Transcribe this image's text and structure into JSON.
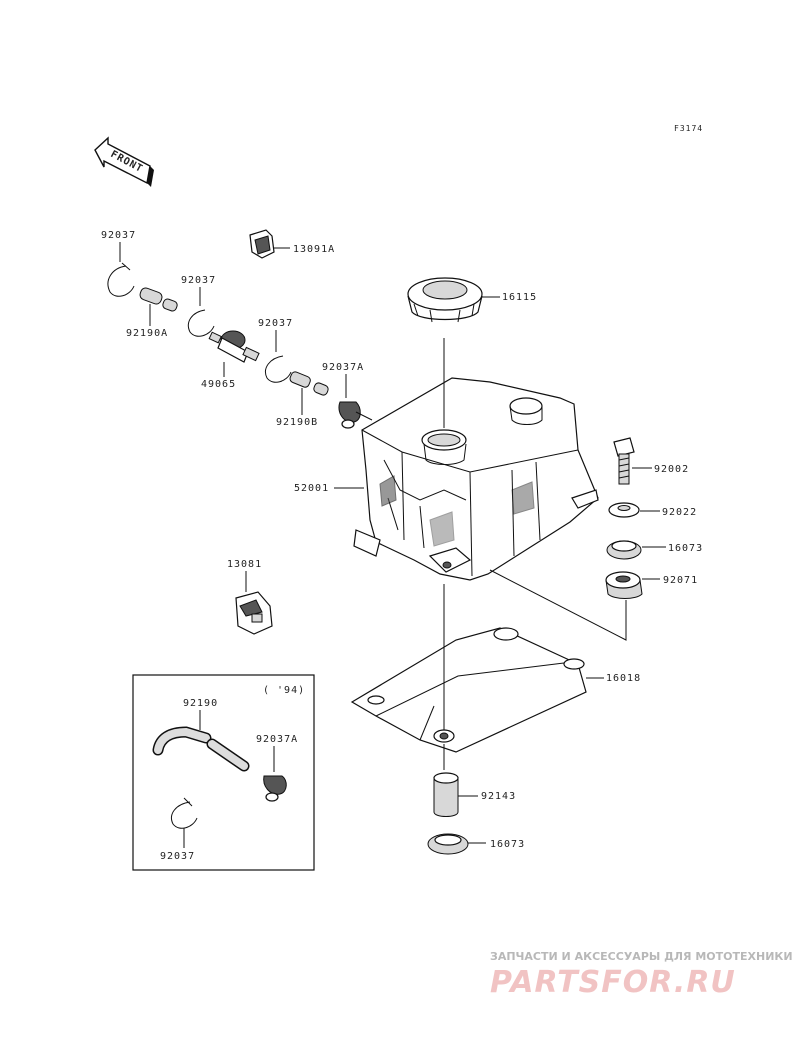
{
  "diagram": {
    "ref_code": "F3174",
    "front_label": "FRONT",
    "inset_year": "( '94)"
  },
  "labels": {
    "p92037_a": "92037",
    "p13091A": "13091A",
    "p92037_b": "92037",
    "p92190A": "92190A",
    "p92037_c": "92037",
    "p49065": "49065",
    "p92037A_a": "92037A",
    "p92190B": "92190B",
    "p16115": "16115",
    "p52001": "52001",
    "p92002": "92002",
    "p92022": "92022",
    "p16073_a": "16073",
    "p92071": "92071",
    "p13081": "13081",
    "p16018": "16018",
    "p92190": "92190",
    "p92037A_b": "92037A",
    "p92037_d": "92037",
    "p92143": "92143",
    "p16073_b": "16073"
  },
  "watermark": {
    "tagline": "ЗАПЧАСТИ И АКСЕССУАРЫ ДЛЯ МОТОТЕХНИКИ",
    "brand": "PARTSFOR.RU"
  }
}
